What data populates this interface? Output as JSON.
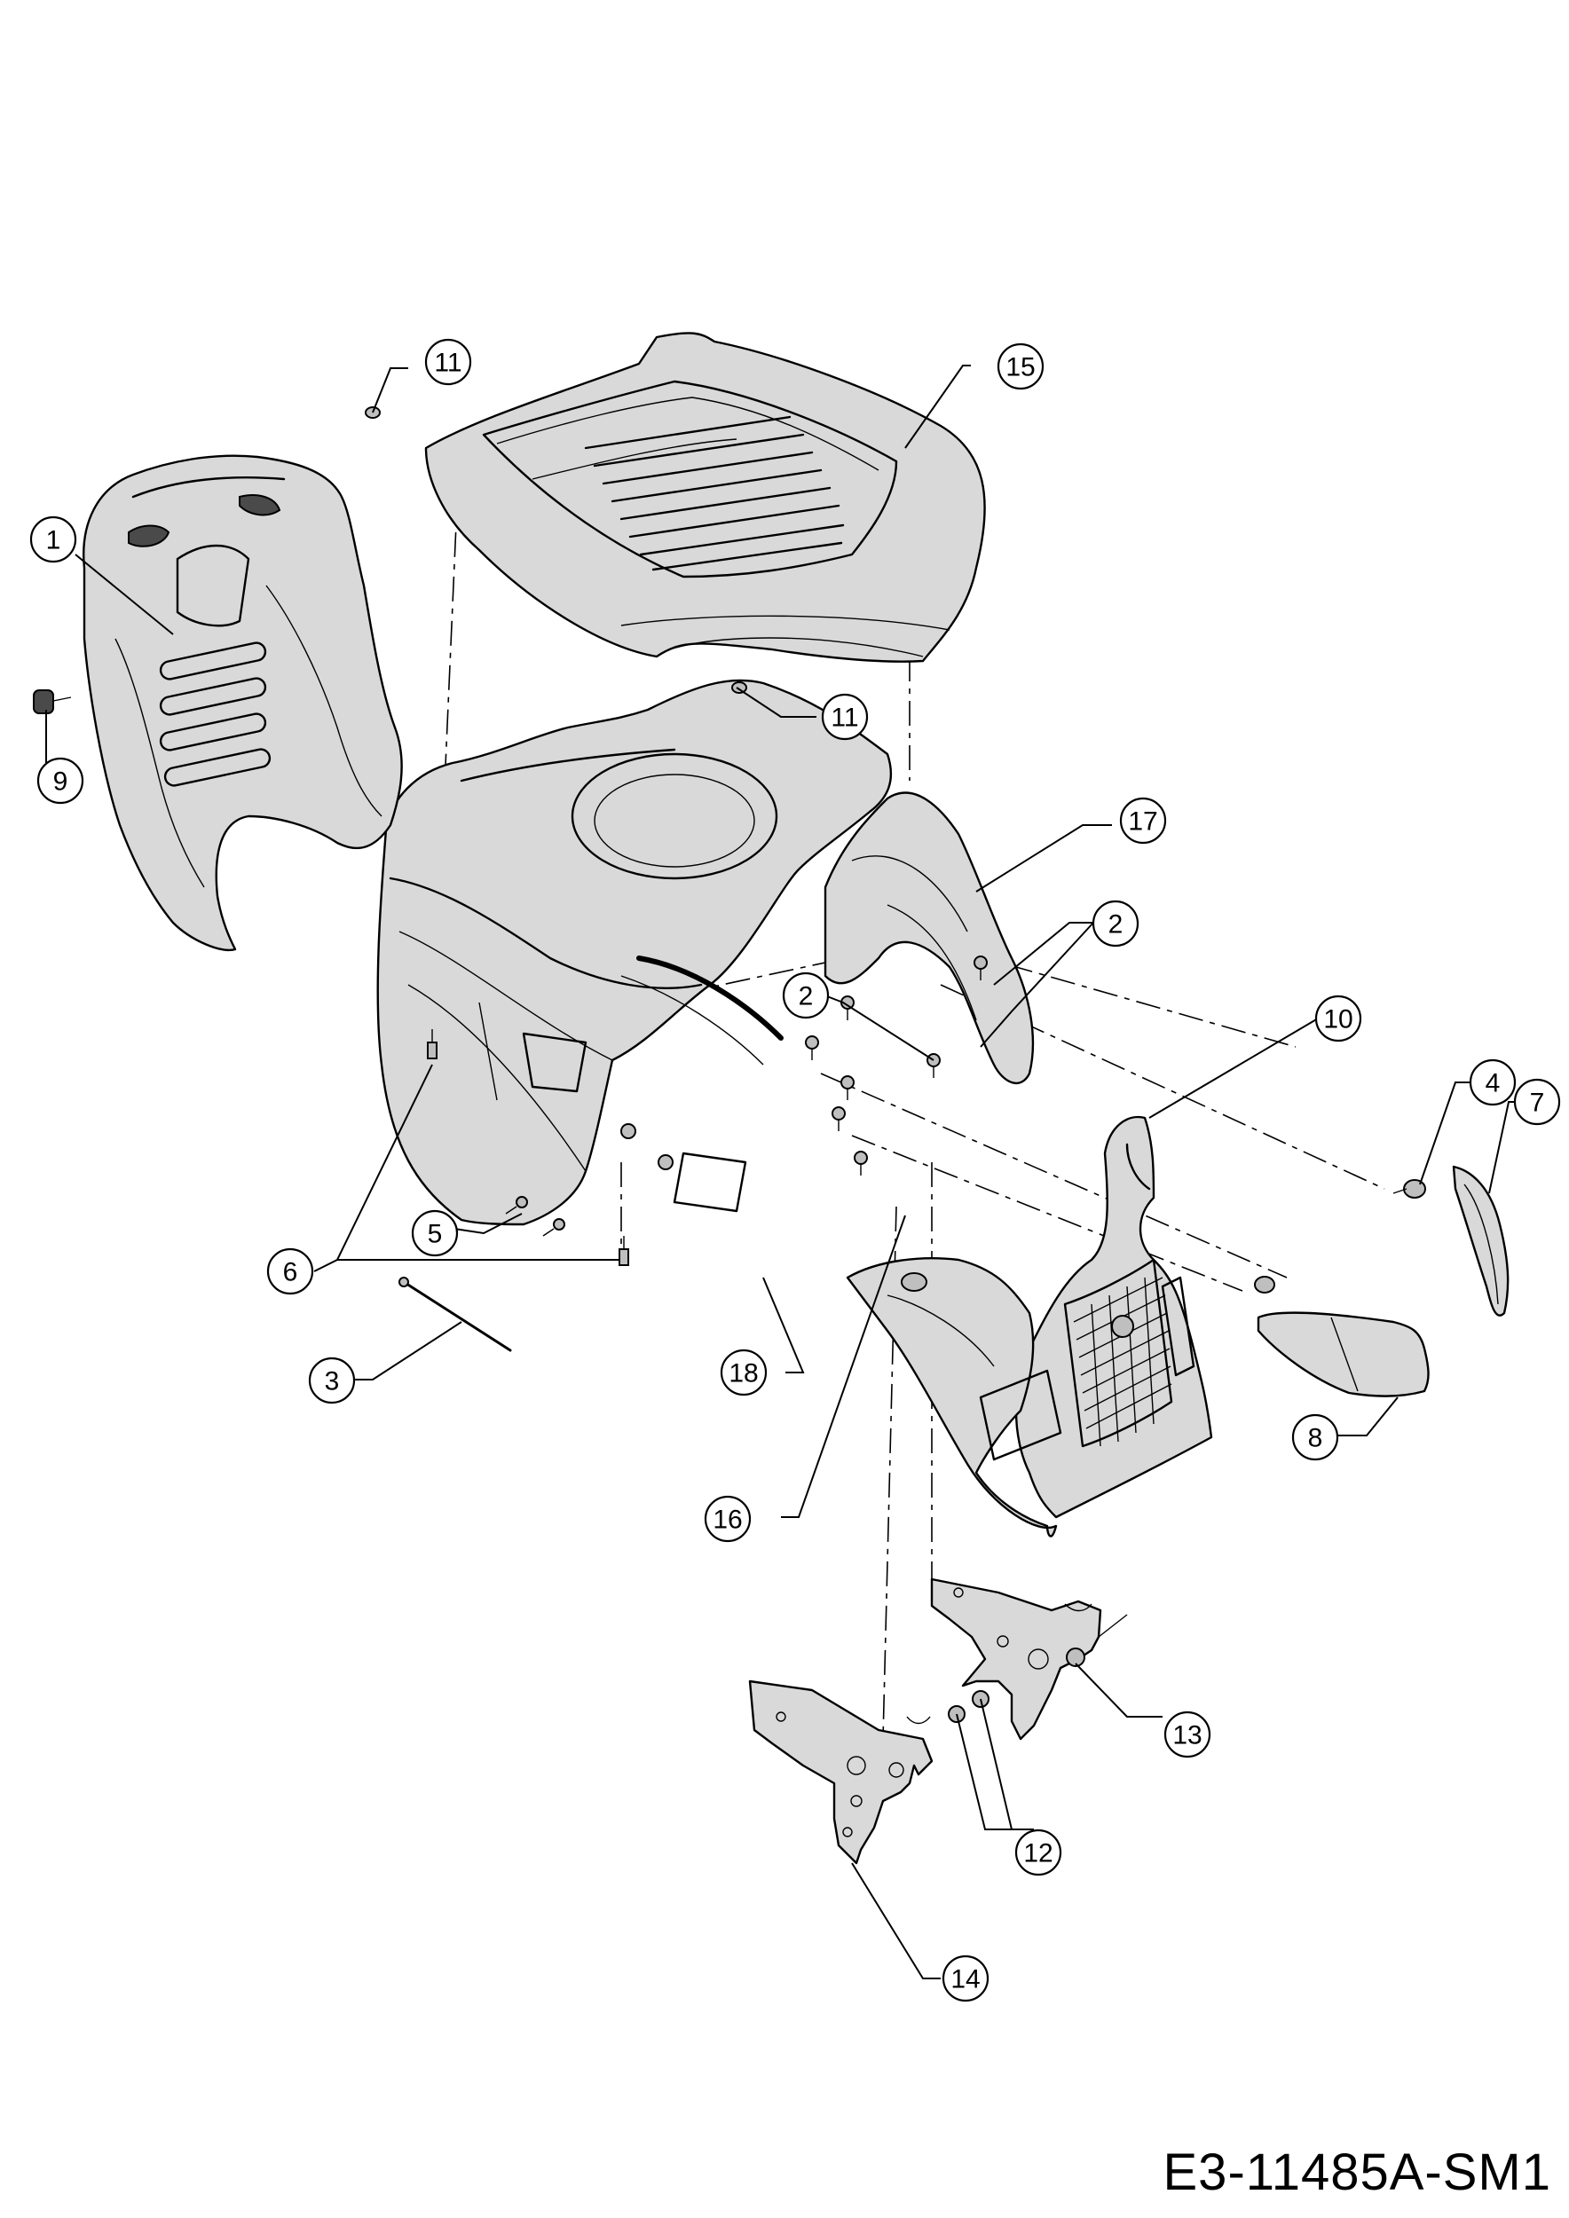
{
  "drawing_number": "E3-11485A-SM1",
  "callouts": [
    "1",
    "2",
    "2",
    "3",
    "4",
    "5",
    "6",
    "7",
    "8",
    "9",
    "10",
    "11",
    "11",
    "12",
    "13",
    "14",
    "15",
    "16",
    "17",
    "18"
  ],
  "parts": {
    "p1": "rear-fender-liner",
    "p3": "cable-tie",
    "p4": "headlight-bulb",
    "p5": "screws",
    "p6": "push-rivets",
    "p7": "headlight-lens-right",
    "p8": "headlight-lens-left",
    "p9": "cap",
    "p10": "grille-front",
    "p11": "clip",
    "p12": "nuts",
    "p13": "hinge-bracket-right",
    "p14": "hinge-bracket-left",
    "p15": "hood-top",
    "p16": "lower-grille-panel",
    "p17": "hood-side-trim",
    "p18": "hood-body"
  }
}
